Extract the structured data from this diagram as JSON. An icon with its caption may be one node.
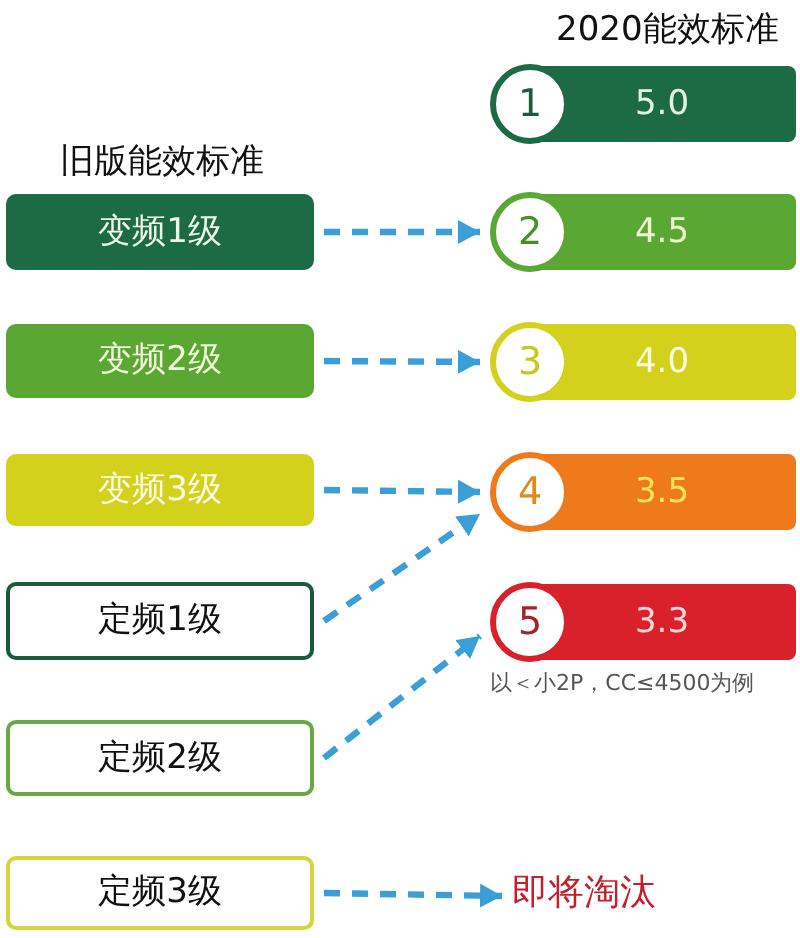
{
  "diagram": {
    "nodes": [
      {
        "text": [
          "变频1级"
        ]
      },
      {
        "text": [
          "变频2级"
        ]
      },
      {
        "text": [
          "变频3级"
        ]
      },
      {
        "text": [
          "定频1级"
        ]
      },
      {
        "text": [
          "定频2级"
        ]
      },
      {
        "text": [
          "定频3级"
        ]
      },
      {
        "text": [
          "1",
          "5.0"
        ]
      },
      {
        "text": [
          "2",
          "4.5"
        ]
      },
      {
        "text": [
          "3",
          "4.0"
        ]
      },
      {
        "text": [
          "4",
          "3.5"
        ]
      },
      {
        "text": [
          "5",
          "3.3"
        ]
      },
      {
        "text": [
          "即将淘汰"
        ]
      }
    ],
    "edges": [
      {
        "from": 0,
        "to": 7,
        "arrow": "to",
        "style": "dashed"
      },
      {
        "from": 1,
        "to": 8,
        "arrow": "to",
        "style": "dashed"
      },
      {
        "from": 2,
        "to": 9,
        "arrow": "to",
        "style": "dashed"
      },
      {
        "from": 3,
        "to": 9,
        "arrow": "to",
        "style": "dashed"
      },
      {
        "from": 4,
        "to": 10,
        "arrow": "to",
        "style": "dashed"
      },
      {
        "from": 5,
        "to": 11,
        "arrow": "to",
        "style": "dashed"
      }
    ],
    "labels": [
      "2020能效标准",
      "旧版能效标准",
      "以＜小2P，CC≤4500为例"
    ]
  }
}
